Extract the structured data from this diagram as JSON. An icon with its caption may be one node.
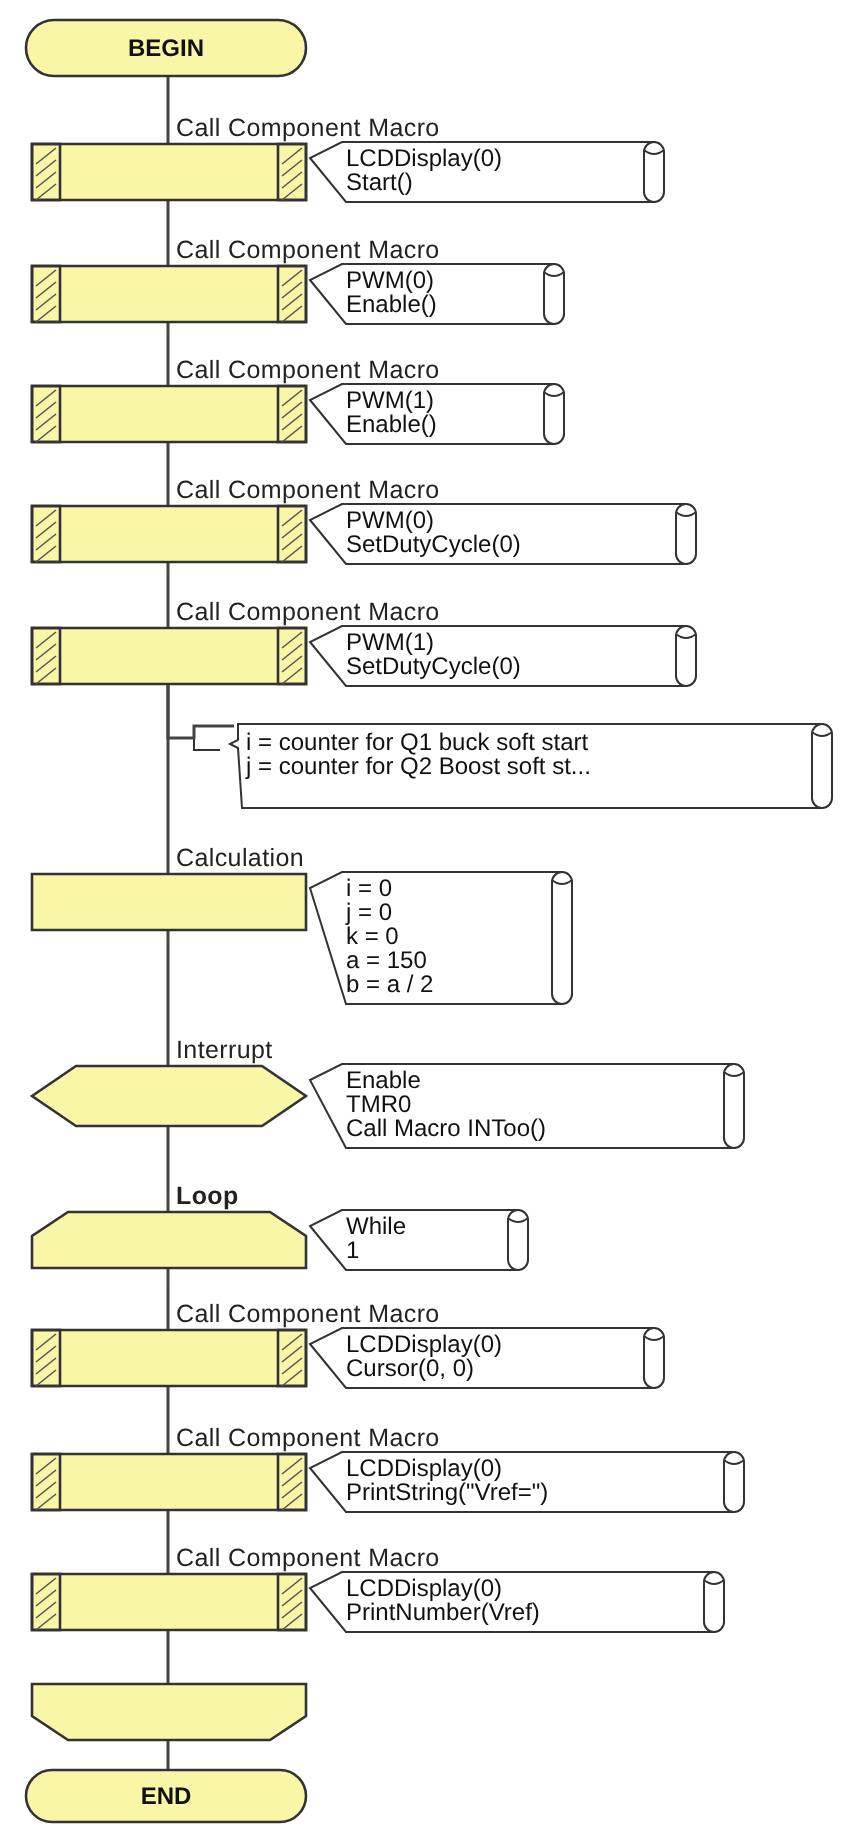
{
  "diagram": {
    "nodes": [
      {
        "text": [
          "BEGIN"
        ]
      },
      {
        "text": [
          "Call Component Macro"
        ]
      },
      {
        "text": [
          "LCDDisplay(0)",
          "Start()"
        ]
      },
      {
        "text": [
          "Call Component Macro"
        ]
      },
      {
        "text": [
          "PWM(0)",
          "Enable()"
        ]
      },
      {
        "text": [
          "Call Component Macro"
        ]
      },
      {
        "text": [
          "PWM(1)",
          "Enable()"
        ]
      },
      {
        "text": [
          "Call Component Macro"
        ]
      },
      {
        "text": [
          "PWM(0)",
          "SetDutyCycle(0)"
        ]
      },
      {
        "text": [
          "Call Component Macro"
        ]
      },
      {
        "text": [
          "PWM(1)",
          "SetDutyCycle(0)"
        ]
      },
      {
        "text": [
          "i = counter for Q1 buck soft start",
          "j = counter for Q2 Boost soft st..."
        ]
      },
      {
        "text": [
          "Calculation"
        ]
      },
      {
        "text": [
          "i = 0",
          "j = 0",
          "k = 0",
          "a = 150",
          "b = a / 2"
        ]
      },
      {
        "text": [
          "Interrupt"
        ]
      },
      {
        "text": [
          "Enable",
          "TMR0",
          "Call Macro INToo()"
        ]
      },
      {
        "text": [
          "Loop"
        ]
      },
      {
        "text": [
          "While",
          "1"
        ]
      },
      {
        "text": [
          "Call Component Macro"
        ]
      },
      {
        "text": [
          "LCDDisplay(0)",
          "Cursor(0, 0)"
        ]
      },
      {
        "text": [
          "Call Component Macro"
        ]
      },
      {
        "text": [
          "LCDDisplay(0)",
          "PrintString(\"Vref=\")"
        ]
      },
      {
        "text": [
          "Call Component Macro"
        ]
      },
      {
        "text": [
          "LCDDisplay(0)",
          "PrintNumber(Vref)"
        ]
      },
      {
        "text": [],
        "shape": "box"
      },
      {
        "text": [
          "END"
        ]
      }
    ],
    "edges": [
      {
        "from": 0,
        "to": 1,
        "arrow": "none"
      },
      {
        "from": 1,
        "to": 3,
        "arrow": "none"
      },
      {
        "from": 3,
        "to": 5,
        "arrow": "none"
      },
      {
        "from": 5,
        "to": 7,
        "arrow": "none"
      },
      {
        "from": 7,
        "to": 9,
        "arrow": "none"
      },
      {
        "from": 9,
        "to": 12,
        "arrow": "none"
      },
      {
        "from": 9,
        "to": 11,
        "arrow": "none"
      },
      {
        "from": 12,
        "to": 14,
        "arrow": "none"
      },
      {
        "from": 14,
        "to": 16,
        "arrow": "none"
      },
      {
        "from": 16,
        "to": 18,
        "arrow": "none"
      },
      {
        "from": 18,
        "to": 20,
        "arrow": "none"
      },
      {
        "from": 20,
        "to": 22,
        "arrow": "none"
      },
      {
        "from": 22,
        "to": 24,
        "arrow": "none"
      },
      {
        "from": 24,
        "to": 25,
        "arrow": "none"
      }
    ]
  }
}
